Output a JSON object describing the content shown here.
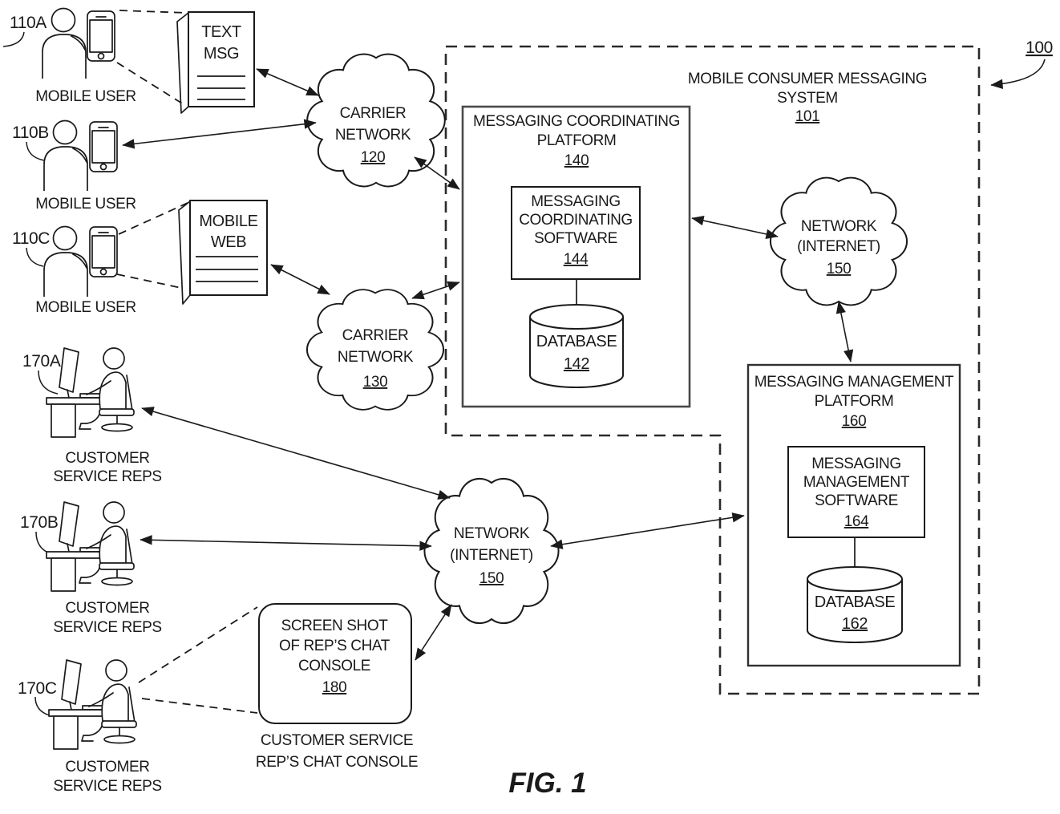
{
  "figure": {
    "caption": "FIG. 1",
    "ref": "100"
  },
  "system_boundary": {
    "title_line1": "MOBILE CONSUMER MESSAGING",
    "title_line2": "SYSTEM",
    "ref": "101"
  },
  "mobile_users": [
    {
      "ref": "110A",
      "label": "MOBILE USER"
    },
    {
      "ref": "110B",
      "label": "MOBILE USER"
    },
    {
      "ref": "110C",
      "label": "MOBILE USER"
    }
  ],
  "text_msg_doc": {
    "line1": "TEXT",
    "line2": "MSG"
  },
  "mobile_web_doc": {
    "line1": "MOBILE",
    "line2": "WEB"
  },
  "carrier_network_a": {
    "line1": "CARRIER",
    "line2": "NETWORK",
    "ref": "120"
  },
  "carrier_network_b": {
    "line1": "CARRIER",
    "line2": "NETWORK",
    "ref": "130"
  },
  "coordinating_platform": {
    "title_line1": "MESSAGING COORDINATING",
    "title_line2": "PLATFORM",
    "ref": "140"
  },
  "coordinating_software": {
    "line1": "MESSAGING",
    "line2": "COORDINATING",
    "line3": "SOFTWARE",
    "ref": "144"
  },
  "coordinating_database": {
    "label": "DATABASE",
    "ref": "142"
  },
  "internet_top": {
    "line1": "NETWORK",
    "line2": "(INTERNET)",
    "ref": "150"
  },
  "internet_bottom": {
    "line1": "NETWORK",
    "line2": "(INTERNET)",
    "ref": "150"
  },
  "management_platform": {
    "title_line1": "MESSAGING MANAGEMENT",
    "title_line2": "PLATFORM",
    "ref": "160"
  },
  "management_software": {
    "line1": "MESSAGING",
    "line2": "MANAGEMENT",
    "line3": "SOFTWARE",
    "ref": "164"
  },
  "management_database": {
    "label": "DATABASE",
    "ref": "162"
  },
  "service_reps": [
    {
      "ref": "170A",
      "label_line1": "CUSTOMER",
      "label_line2": "SERVICE REPS"
    },
    {
      "ref": "170B",
      "label_line1": "CUSTOMER",
      "label_line2": "SERVICE REPS"
    },
    {
      "ref": "170C",
      "label_line1": "CUSTOMER",
      "label_line2": "SERVICE REPS"
    }
  ],
  "chat_console": {
    "line1": "SCREEN SHOT",
    "line2": "OF REP’S CHAT",
    "line3": "CONSOLE",
    "ref": "180",
    "caption_line1": "CUSTOMER SERVICE",
    "caption_line2": "REP’S CHAT CONSOLE"
  },
  "icons": {
    "person": "person-bust-icon",
    "phone": "smartphone-icon",
    "document": "document-page-icon",
    "cloud": "network-cloud-icon",
    "database": "database-cylinder-icon",
    "workstation": "rep-at-desk-icon"
  },
  "colors": {
    "line": "#1a1a1a",
    "platform_box_stroke": "#4a4a4a",
    "background": "#ffffff"
  }
}
